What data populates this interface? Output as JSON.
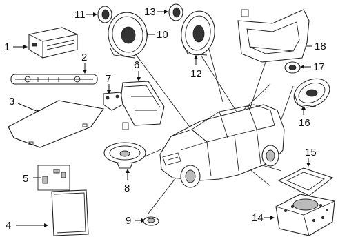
{
  "callouts": [
    {
      "id": "1",
      "part": "radio-receiver"
    },
    {
      "id": "2",
      "part": "control-panel"
    },
    {
      "id": "3",
      "part": "amplifier-cover"
    },
    {
      "id": "4",
      "part": "display-screen"
    },
    {
      "id": "5",
      "part": "clips"
    },
    {
      "id": "6",
      "part": "amplifier-module"
    },
    {
      "id": "7",
      "part": "bracket"
    },
    {
      "id": "8",
      "part": "door-speaker-front"
    },
    {
      "id": "9",
      "part": "small-speaker-dash"
    },
    {
      "id": "10",
      "part": "midrange-speaker"
    },
    {
      "id": "11",
      "part": "tweeter-left"
    },
    {
      "id": "12",
      "part": "midrange-speaker-right"
    },
    {
      "id": "13",
      "part": "tweeter-right"
    },
    {
      "id": "14",
      "part": "subwoofer"
    },
    {
      "id": "15",
      "part": "subwoofer-grille"
    },
    {
      "id": "16",
      "part": "rear-speaker"
    },
    {
      "id": "17",
      "part": "rear-tweeter"
    },
    {
      "id": "18",
      "part": "speaker-bezel"
    }
  ]
}
